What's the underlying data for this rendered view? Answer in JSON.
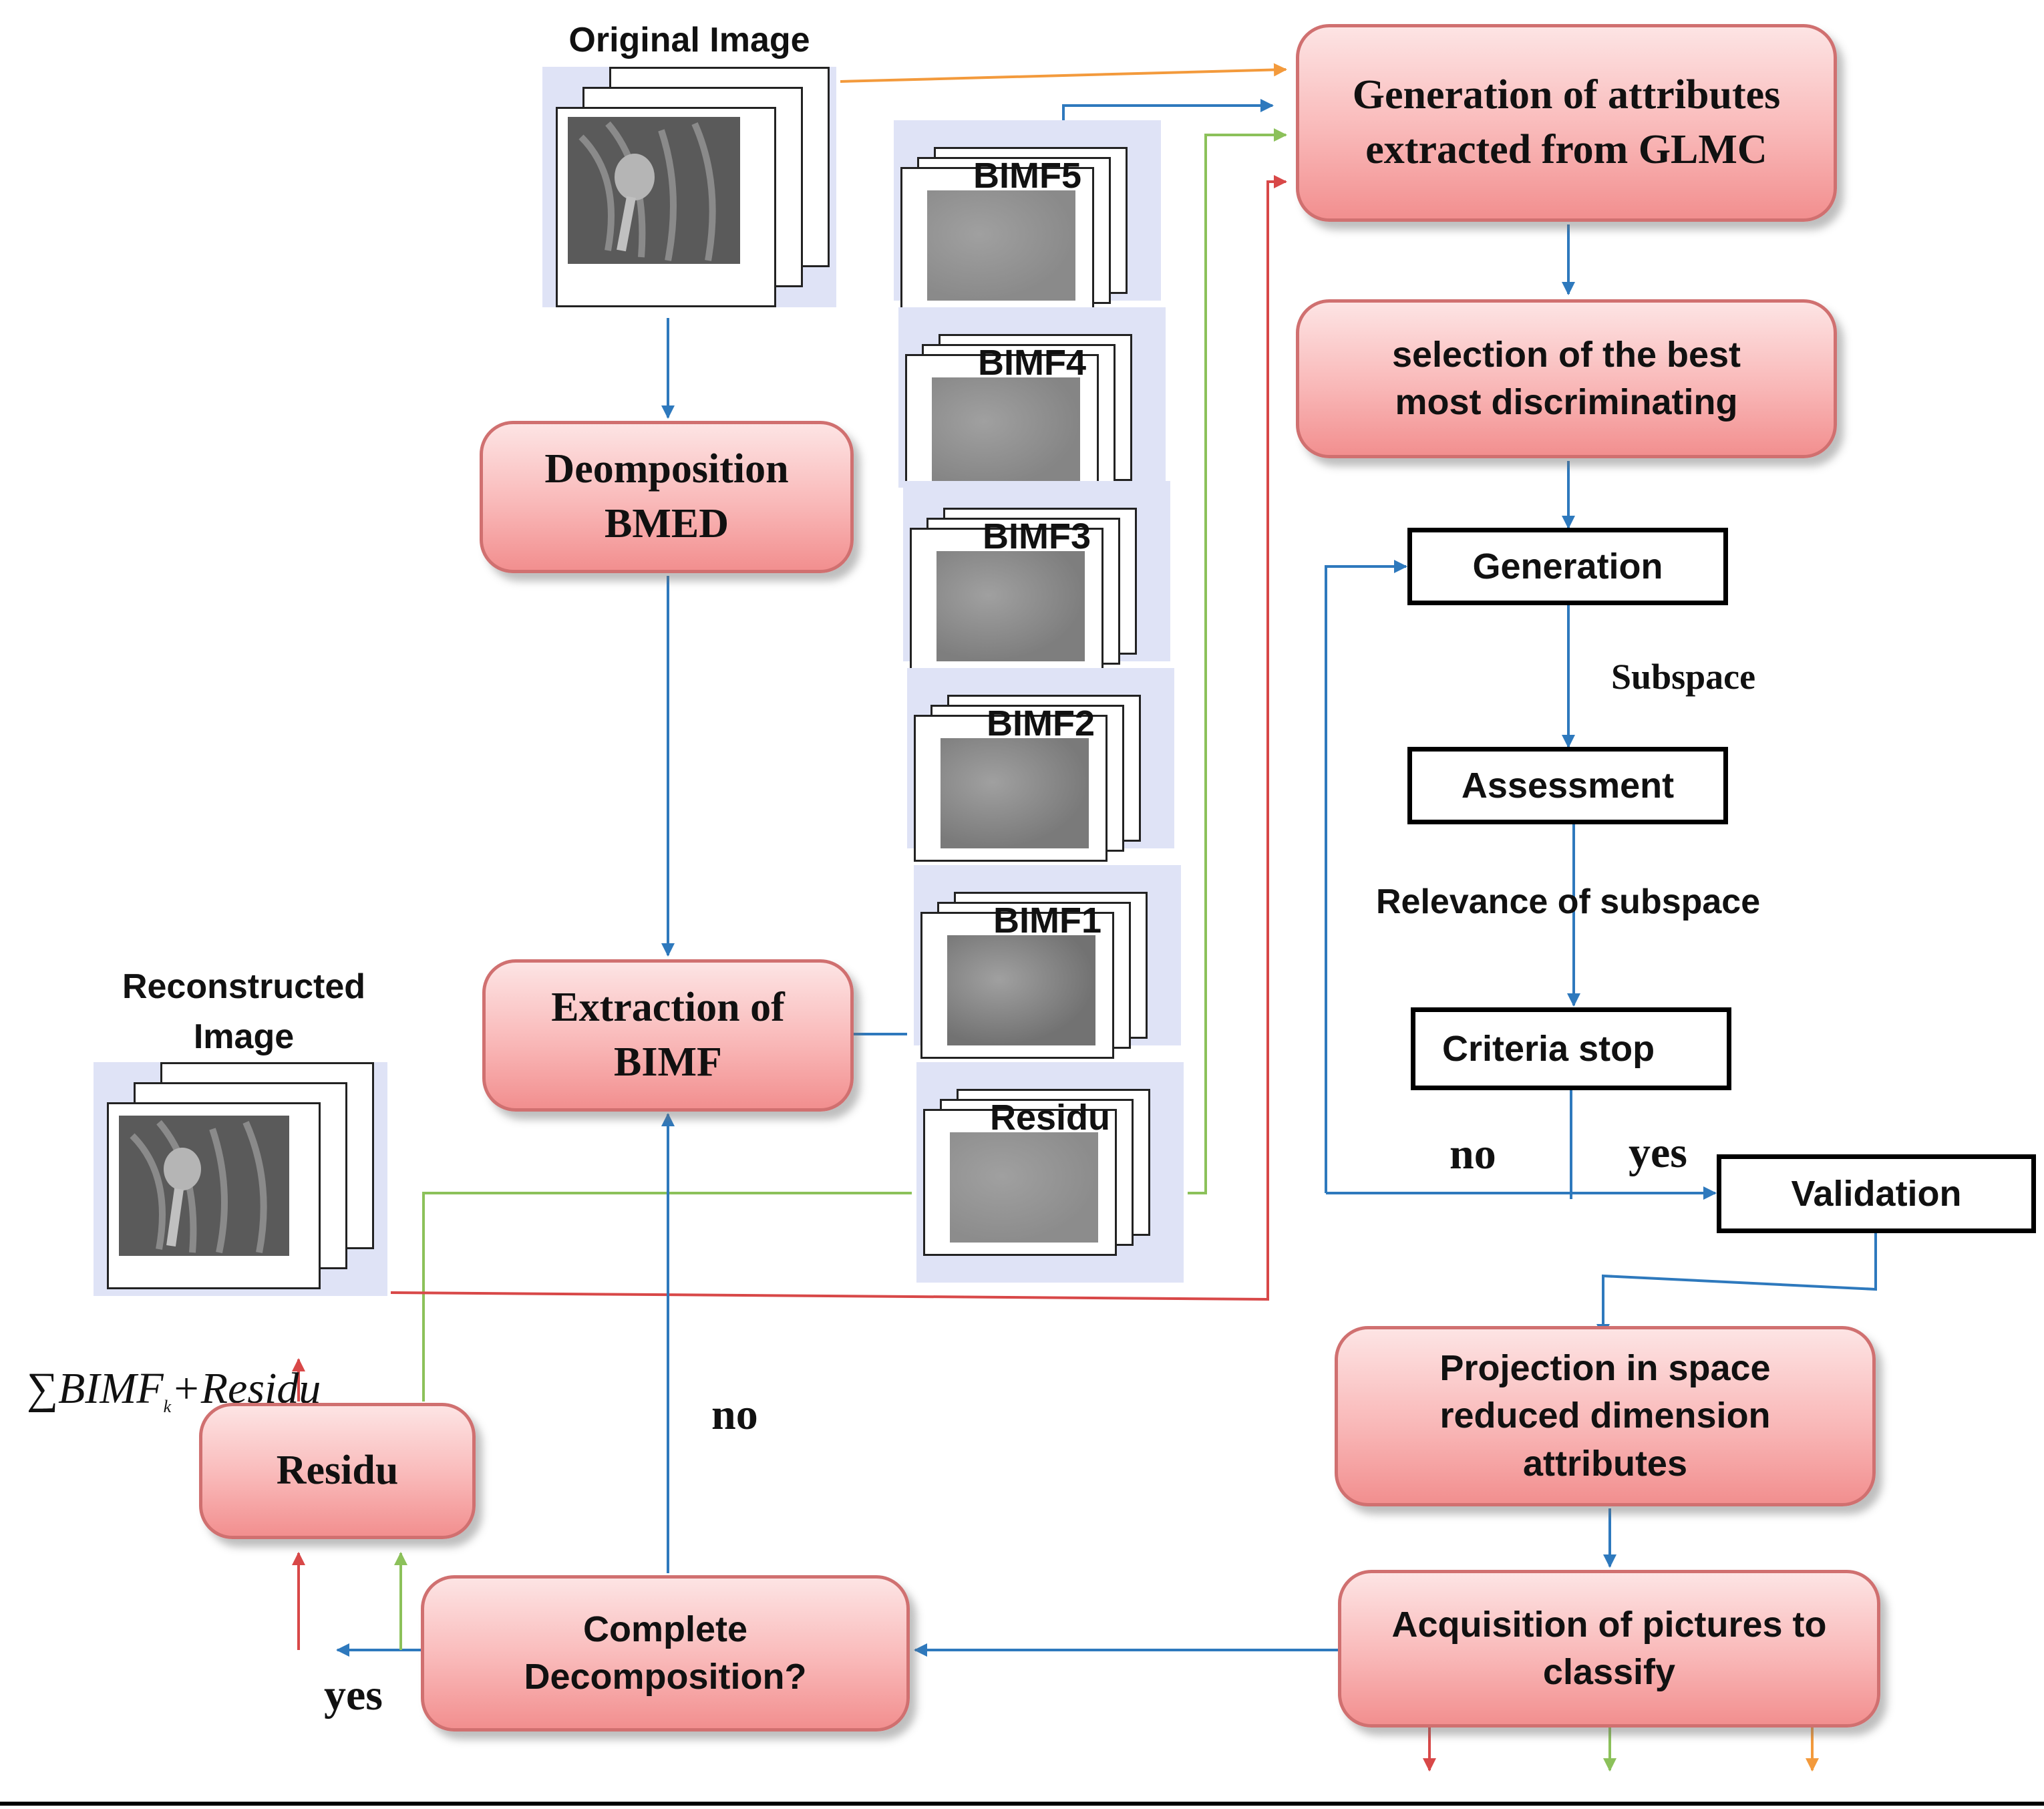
{
  "labels": {
    "original_image": "Original Image",
    "reconstructed_image": "Reconstructed\nImage",
    "formula": "∑BIMF",
    "formula_sub": "k",
    "formula_tail": "+Residu",
    "subspace": "Subspace",
    "relevance": "Relevance of subspace",
    "no_stop": "no",
    "yes_stop": "yes",
    "no_complete": "no",
    "yes_complete": "yes"
  },
  "boxes": {
    "decomposition": "Deomposition\nBMED",
    "extraction": "Extraction of\nBIMF",
    "residu": "Residu",
    "complete": "Complete\nDecomposition?",
    "glmc": "Generation of attributes\nextracted from GLMC",
    "selection": "selection of the best\nmost discriminating",
    "generation": "Generation",
    "assessment": "Assessment",
    "criteria": "Criteria stop",
    "validation": "Validation",
    "projection": "Projection in space\nreduced dimension\nattributes",
    "acquisition": "Acquisition of pictures to\nclassify"
  },
  "stacks": [
    "BIMF5",
    "BIMF4",
    "BIMF3",
    "BIMF2",
    "BIMF1",
    "Residu"
  ],
  "colors": {
    "blue": "#2e79bd",
    "red": "#d84848",
    "green": "#8cc15a",
    "orange": "#f39a3c",
    "box_border": "#d07070"
  }
}
